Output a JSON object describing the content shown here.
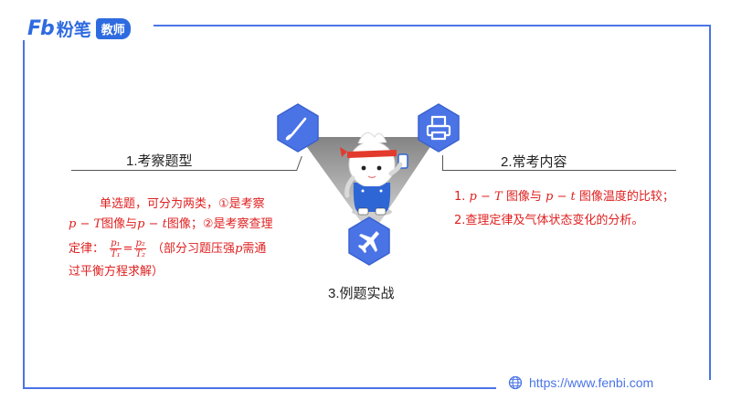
{
  "brand": {
    "mark": "Fb",
    "name": "粉笔",
    "badge": "教师"
  },
  "footer": {
    "url": "https://www.fenbi.com"
  },
  "sections": {
    "left": {
      "title": "1.考察题型",
      "line1": "单选题，可分为两类，①是考察",
      "line2_p1": "p − T",
      "line2_a": "图像与",
      "line2_p2": "p − t",
      "line2_b": "图像；②是考察查理",
      "line3_a": "定律：",
      "frac1_num": "p₁",
      "frac1_den": "T₁",
      "eq": "=",
      "frac2_num": "p₂",
      "frac2_den": "T₂",
      "line3_b": "（部分习题压强",
      "line3_p": "p",
      "line3_c": "需通",
      "line4": "过平衡方程求解）"
    },
    "right": {
      "title": "2.常考内容",
      "item1_a": "1.",
      "item1_p1": "p − T",
      "item1_b": "图像与",
      "item1_p2": "p − t",
      "item1_c": "图像温度的比较；",
      "item2": "2.查理定律及气体状态变化的分析。"
    },
    "bottom": {
      "title": "3.例题实战"
    }
  },
  "icons": {
    "left": "pen-icon",
    "right": "printer-icon",
    "bottom": "airplane-icon"
  },
  "colors": {
    "accent": "#4a74e6",
    "red": "#e02020",
    "triangle": "#9a9a9a"
  }
}
